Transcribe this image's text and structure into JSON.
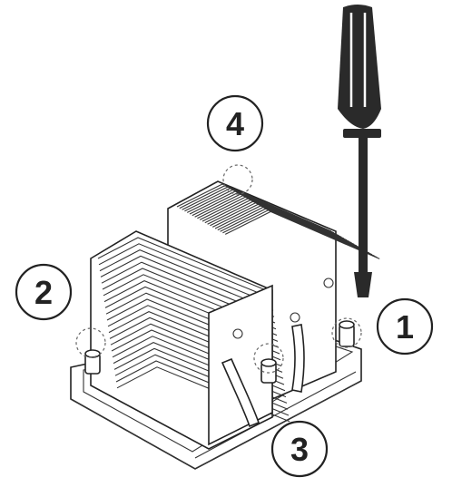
{
  "steps": [
    {
      "id": "1",
      "label": "1"
    },
    {
      "id": "2",
      "label": "2"
    },
    {
      "id": "3",
      "label": "3"
    },
    {
      "id": "4",
      "label": "4"
    }
  ],
  "colors": {
    "ink": "#222222",
    "fill": "#ffffff",
    "screwdriver_handle": "#2a2a2a"
  },
  "icons": [
    "screwdriver-icon",
    "heatsink-icon",
    "screw-icon"
  ]
}
